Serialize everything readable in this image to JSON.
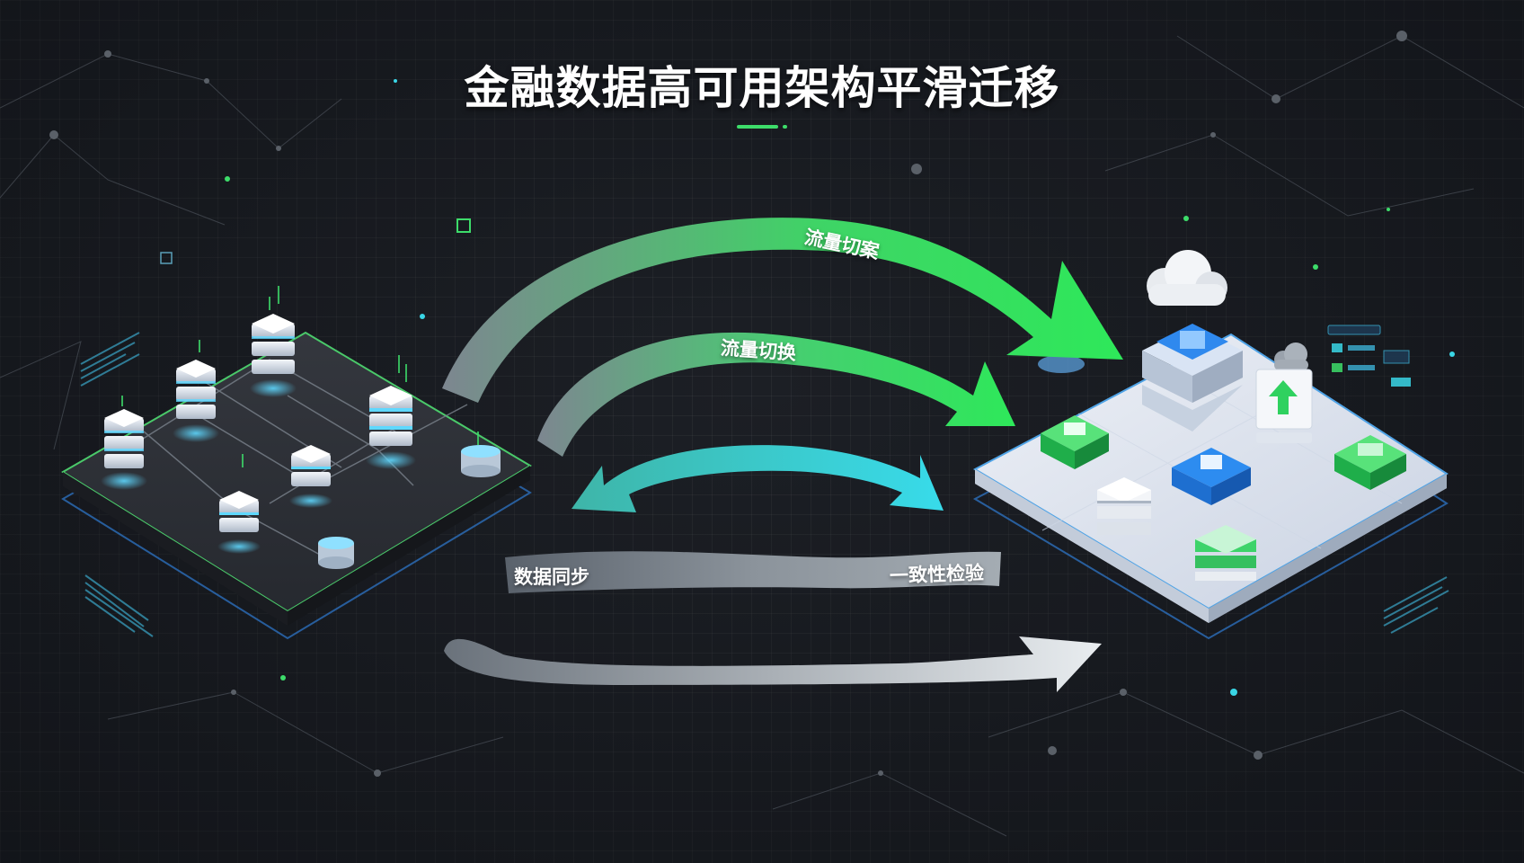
{
  "title": "金融数据高可用架构平滑迁移",
  "labels": {
    "cutover": "流量切案",
    "switch": "流量切换",
    "sync": "数据同步",
    "verify": "一致性检验"
  },
  "colors": {
    "background": "#1c1f25",
    "accent_green": "#3ddc6a",
    "accent_cyan": "#3ad6e6",
    "arrow_gray": "#8c949c"
  }
}
